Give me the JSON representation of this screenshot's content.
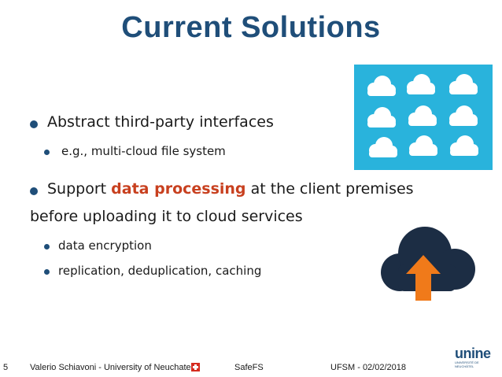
{
  "slide": {
    "title": "Current Solutions",
    "bullets": {
      "b1": "Abstract third-party interfaces",
      "b1_sub": "e.g., multi-cloud file system",
      "b2_before": "Support ",
      "b2_highlight": "data processing",
      "b2_after": " at the client premises",
      "b2_line2": "before uploading it to cloud services",
      "b2_sub1": "data encryption",
      "b2_sub2": "replication, deduplication, caching"
    }
  },
  "footer": {
    "page_number": "5",
    "author": "Valerio Schiavoni  - University of Neuchatel",
    "center": "SafeFS",
    "right": "UFSM - 02/02/2018",
    "logo_text": "unine",
    "logo_sub": "UNIVERSITÉ DE NEUCHÂTEL"
  },
  "colors": {
    "title": "#1f4e79",
    "highlight": "#c8401f",
    "cloud_panel": "#29b3dc",
    "upload_cloud": "#1c2d44",
    "upload_arrow": "#f07a1a"
  },
  "icons": [
    "cloud-grid-icon",
    "cloud-upload-icon",
    "swiss-flag-icon"
  ]
}
